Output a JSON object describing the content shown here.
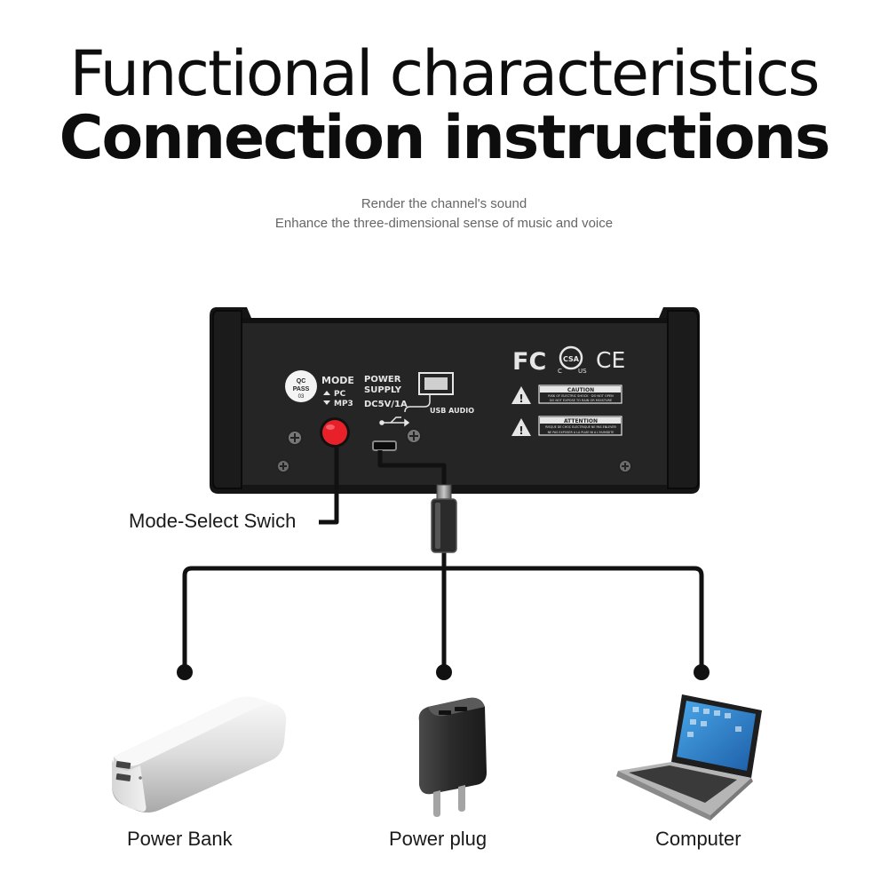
{
  "header": {
    "title_line1": "Functional characteristics",
    "title_line2": "Connection instructions",
    "subtitle_line1": "Render the channel's sound",
    "subtitle_line2": "Enhance the three-dimensional sense of music and voice"
  },
  "device": {
    "mode_label": "MODE",
    "pc_label": "PC",
    "mp3_label": "MP3",
    "qc_sticker_line1": "QC",
    "qc_sticker_line2": "PASS",
    "qc_sticker_line3": "03",
    "power_label_line1": "POWER",
    "power_label_line2": "SUPPLY",
    "power_rating": "DC5V/1A",
    "usb_audio_label": "USB AUDIO",
    "cert_fc": "FC",
    "cert_ce": "CE",
    "cert_csa": "CSA",
    "cert_c": "C",
    "cert_us": "US",
    "caution_title": "CAUTION",
    "caution_line1": "RISK OF ELECTRIC SHOCK · DO NOT OPEN",
    "caution_line2": "DO NOT EXPOSE TO RAIN OR MOISTURE",
    "attention_title": "ATTENTION",
    "attention_line1": "RISQUE DE CHOC ELECTRIQUE NE PAS ENLEVER",
    "attention_line2": "NE PAS EXPOSER A LA PLUIE NI A L'HUMIDITE"
  },
  "callouts": {
    "mode_switch": "Mode-Select Swich"
  },
  "sources": [
    {
      "label": "Power Bank"
    },
    {
      "label": "Power plug"
    },
    {
      "label": "Computer"
    }
  ],
  "colors": {
    "switch_red": "#e8202a",
    "device_body": "#1f1f1f",
    "line": "#111111"
  }
}
